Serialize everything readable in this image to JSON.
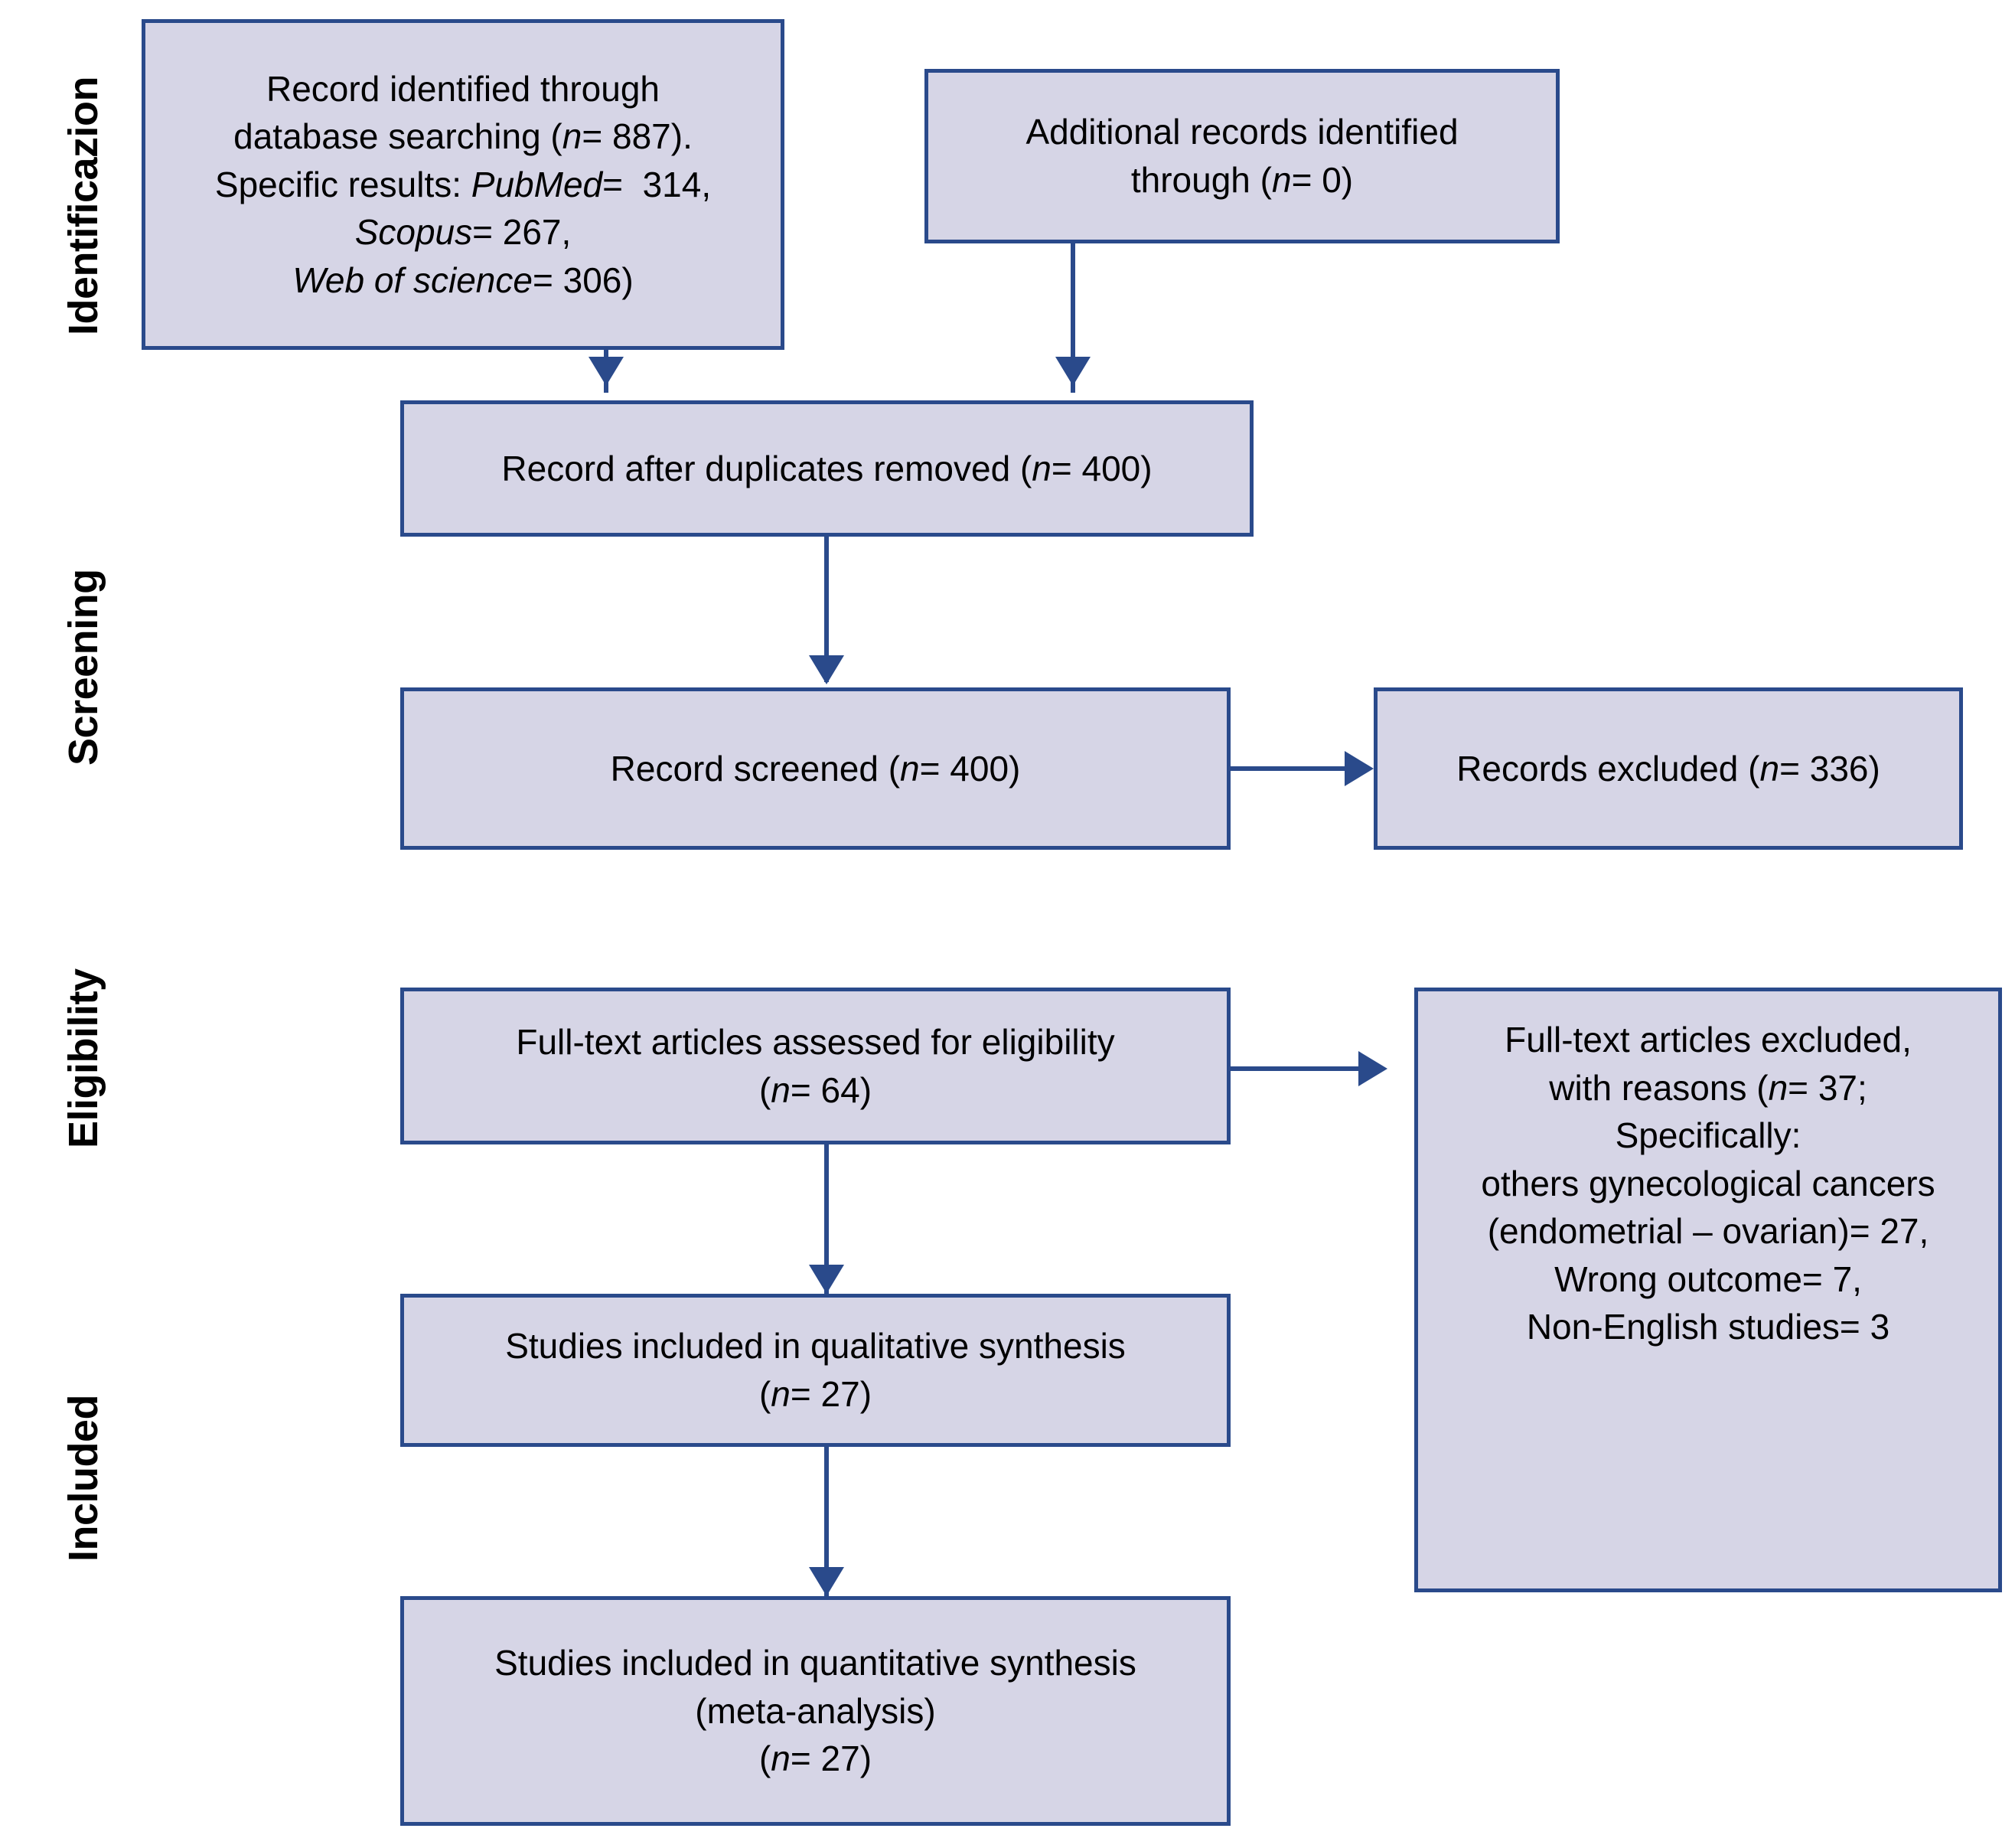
{
  "diagram": {
    "type": "prisma-flow-diagram",
    "accent_color": "#2a4a8b",
    "box_fill_color": "#d6d5e6",
    "text_color": "#000000"
  },
  "stages": [
    {
      "id": "identification",
      "label": "Identificazion"
    },
    {
      "id": "screening",
      "label": "Screening"
    },
    {
      "id": "eligibility",
      "label": "Eligibility"
    },
    {
      "id": "included",
      "label": "Included"
    }
  ],
  "boxes": {
    "records_identified": {
      "lines": [
        "Record identified through",
        "database searching (n= 887).",
        "Specific results: PubMed=  314,",
        "Scopus= 267,",
        "Web of science= 306)"
      ],
      "n": 887,
      "sources": [
        {
          "name": "PubMed",
          "count": 314
        },
        {
          "name": "Scopus",
          "count": 267
        },
        {
          "name": "Web of science",
          "count": 306
        }
      ]
    },
    "additional_records": {
      "lines": [
        "Additional records identified",
        "through (n= 0)"
      ],
      "n": 0
    },
    "duplicates_removed": {
      "lines": [
        "Record after duplicates removed (n= 400)"
      ],
      "n": 400
    },
    "records_screened": {
      "lines": [
        "Record screened (n= 400)"
      ],
      "n": 400
    },
    "records_excluded": {
      "lines": [
        "Records excluded (n= 336)"
      ],
      "n": 336
    },
    "fulltext_assessed": {
      "lines": [
        "Full-text articles assessed for eligibility",
        "(n= 64)"
      ],
      "n": 64
    },
    "fulltext_excluded": {
      "lines": [
        "Full-text articles excluded,",
        "with reasons (n= 37;",
        "Specifically:",
        "others gynecological cancers",
        "(endometrial – ovarian)= 27,",
        "Wrong outcome= 7,",
        "Non-English studies= 3"
      ],
      "n": 37,
      "reasons": [
        {
          "reason": "others gynecological cancers (endometrial – ovarian)",
          "count": 27
        },
        {
          "reason": "Wrong outcome",
          "count": 7
        },
        {
          "reason": "Non-English studies",
          "count": 3
        }
      ]
    },
    "qualitative_synthesis": {
      "lines": [
        "Studies included in qualitative synthesis",
        "(n= 27)"
      ],
      "n": 27
    },
    "quantitative_synthesis": {
      "lines": [
        "Studies included in quantitative synthesis",
        "(meta-analysis)",
        "(n= 27)"
      ],
      "n": 27
    }
  }
}
